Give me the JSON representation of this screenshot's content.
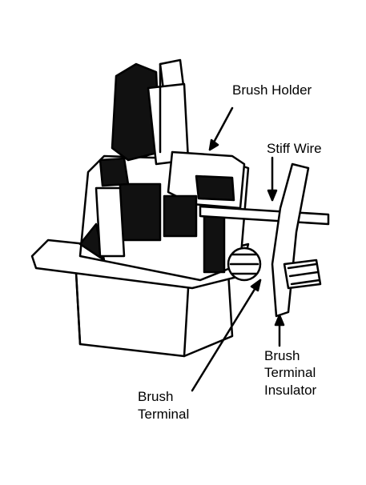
{
  "labels": {
    "brush_holder": "Brush Holder",
    "stiff_wire": "Stiff Wire",
    "brush_terminal_insulator_line1": "Brush",
    "brush_terminal_insulator_line2": "Terminal",
    "brush_terminal_insulator_line3": "Insulator",
    "brush_terminal_line1": "Brush",
    "brush_terminal_line2": "Terminal"
  },
  "colors": {
    "ink": "#000000",
    "paper": "#ffffff"
  }
}
